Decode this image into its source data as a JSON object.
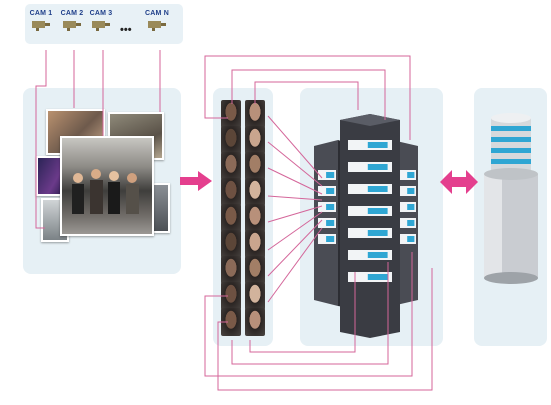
{
  "cameras": [
    {
      "label": "CAM 1"
    },
    {
      "label": "CAM 2"
    },
    {
      "label": "CAM 3"
    },
    {
      "label": "CAM N"
    }
  ],
  "ellipsis": "•••",
  "colors": {
    "connector": "#d4669a",
    "arrow": "#e43f8e",
    "panel": "#e6f0f5",
    "camera_label": "#1f3f8a",
    "server_body": "#3a3c43",
    "server_slot": "#2fa6d3"
  }
}
